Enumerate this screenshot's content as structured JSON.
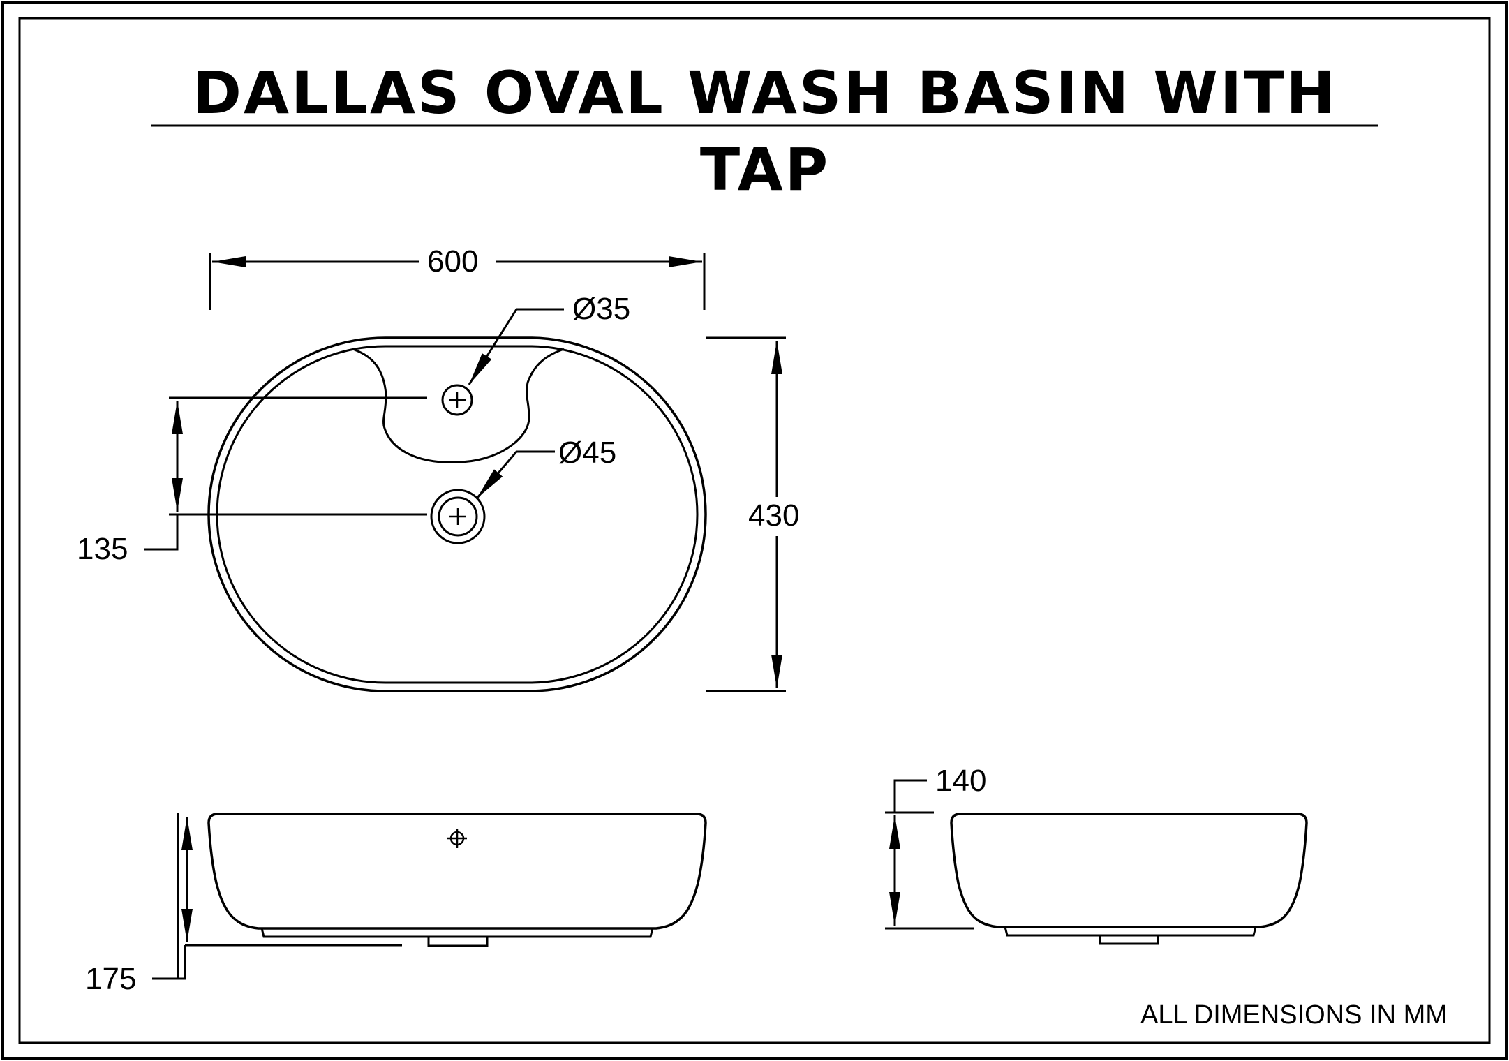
{
  "title": "DALLAS OVAL WASH BASIN WITH TAP",
  "dimensions": {
    "width": "600",
    "depth": "430",
    "tap_hole": "Ø35",
    "waste_hole": "Ø45",
    "tap_to_waste": "135",
    "front_height": "175",
    "side_height": "140"
  },
  "note": "ALL DIMENSIONS IN MM",
  "colors": {
    "line": "#000000",
    "background": "#ffffff"
  }
}
